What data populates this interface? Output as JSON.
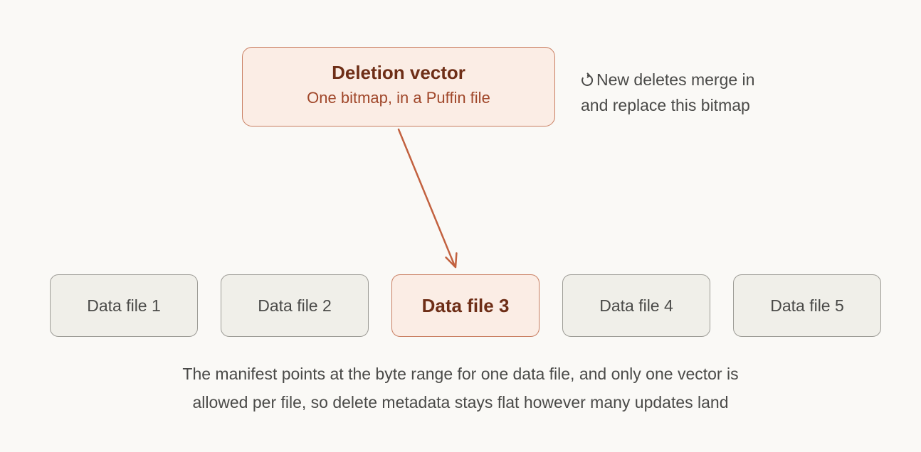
{
  "deletion_vector": {
    "title": "Deletion vector",
    "subtitle": "One bitmap, in a Puffin file"
  },
  "note": {
    "icon": "refresh-icon",
    "line1": "New deletes merge in",
    "line2": "and replace this bitmap"
  },
  "data_files": [
    {
      "label": "Data file 1"
    },
    {
      "label": "Data file 2"
    },
    {
      "label": "Data file 3"
    },
    {
      "label": "Data file 4"
    },
    {
      "label": "Data file 5"
    }
  ],
  "highlighted_file": "Data file 3",
  "caption": {
    "line1": "The manifest points at the byte range for one data file, and only one vector is",
    "line2": "allowed per file, so delete metadata stays flat however many updates land"
  },
  "colors": {
    "accent": "#c97f62",
    "accent_fill": "#fbede5",
    "accent_text": "#6e2e17",
    "neutral_fill": "#f0efe9",
    "neutral_border": "#9d9c96",
    "background": "#faf9f6"
  }
}
